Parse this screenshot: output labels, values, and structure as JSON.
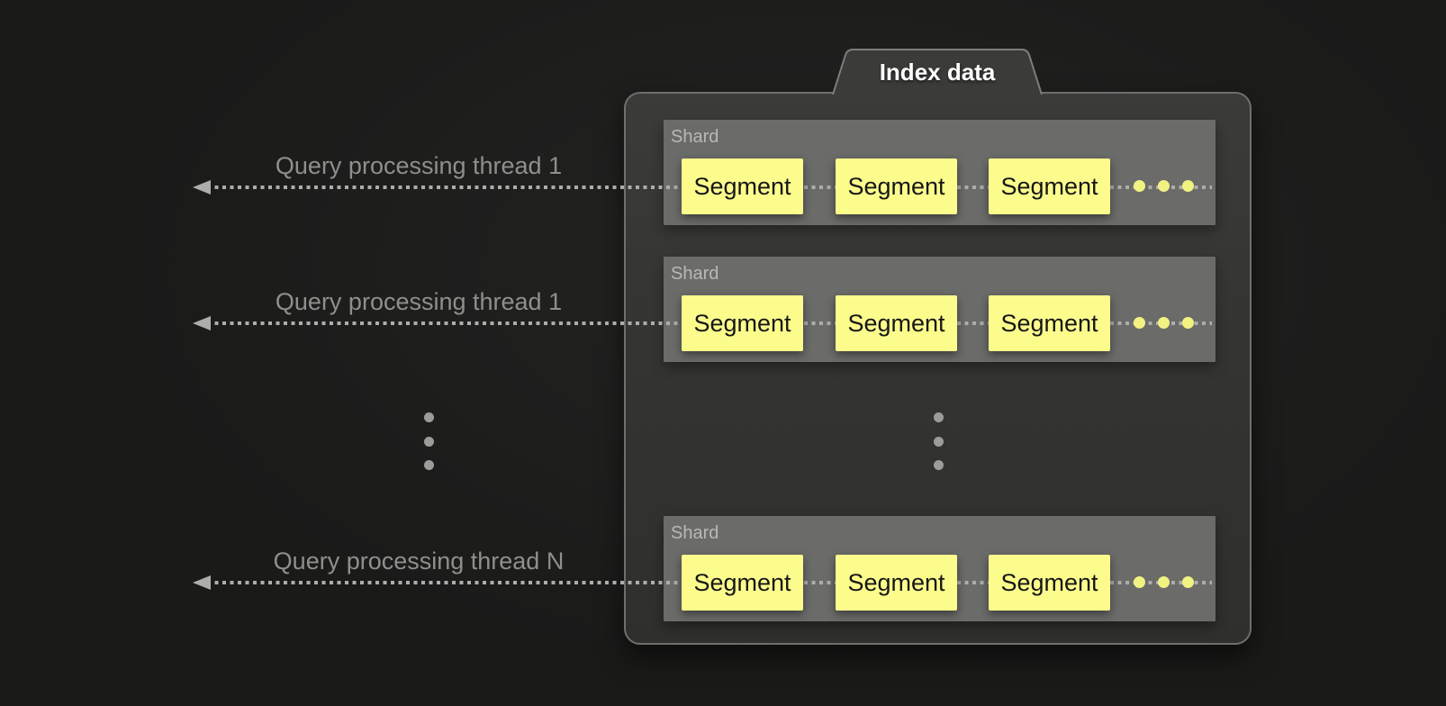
{
  "index_group": {
    "title": "Index data",
    "shards": [
      {
        "label": "Shard",
        "segments": [
          "Segment",
          "Segment",
          "Segment"
        ]
      },
      {
        "label": "Shard",
        "segments": [
          "Segment",
          "Segment",
          "Segment"
        ]
      },
      {
        "label": "Shard",
        "segments": [
          "Segment",
          "Segment",
          "Segment"
        ]
      }
    ]
  },
  "arrows": [
    {
      "label": "Query processing thread 1"
    },
    {
      "label": "Query processing thread 1"
    },
    {
      "label": "Query processing thread N"
    }
  ],
  "colors": {
    "background": "#1a1a19",
    "container_fill": "#363634",
    "container_border": "#6f6f6d",
    "shard_fill": "#6b6b69",
    "shard_label": "#b8b8b6",
    "segment_fill": "#fcfc8d",
    "segment_text": "#161616",
    "arrow": "#adadab",
    "arrow_label": "#8f8f8d",
    "ellipsis_dot": "#9c9c9a",
    "yellow_dot": "#f2f283",
    "title_text": "#ffffff"
  }
}
